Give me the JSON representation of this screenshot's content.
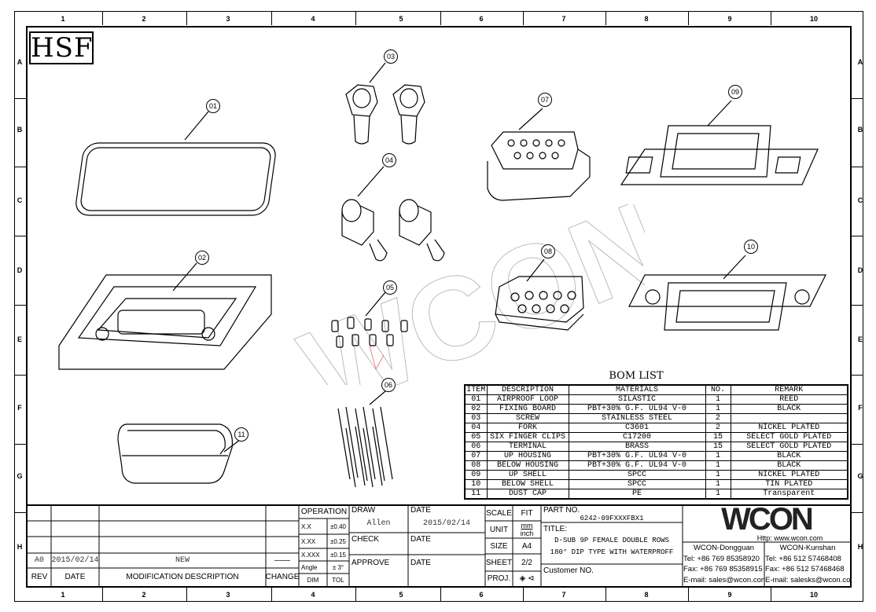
{
  "logo_mark": "HSF",
  "grid": {
    "columns": [
      "1",
      "2",
      "3",
      "4",
      "5",
      "6",
      "7",
      "8",
      "9",
      "10"
    ],
    "rows": [
      "A",
      "B",
      "C",
      "D",
      "E",
      "F",
      "G",
      "H"
    ]
  },
  "watermark": "WCON",
  "balloons": [
    "01",
    "02",
    "03",
    "04",
    "05",
    "06",
    "07",
    "08",
    "09",
    "10",
    "11"
  ],
  "bom": {
    "title": "BOM LIST",
    "headers": [
      "ITEM",
      "DESCRIPTION",
      "MATERIALS",
      "NO.",
      "REMARK"
    ],
    "rows": [
      [
        "01",
        "AIRPROOF LOOP",
        "SILASTIC",
        "1",
        "REED"
      ],
      [
        "02",
        "FIXING BOARD",
        "PBT+30% G.F. UL94 V-0",
        "1",
        "BLACK"
      ],
      [
        "03",
        "SCREW",
        "STAINLESS STEEL",
        "2",
        ""
      ],
      [
        "04",
        "FORK",
        "C3601",
        "2",
        "NICKEL PLATED"
      ],
      [
        "05",
        "SIX FINGER CLIPS",
        "C17200",
        "15",
        "SELECT GOLD PLATED"
      ],
      [
        "06",
        "TERMINAL",
        "BRASS",
        "15",
        "SELECT GOLD PLATED"
      ],
      [
        "07",
        "UP HOUSING",
        "PBT+30% G.F. UL94 V-0",
        "1",
        "BLACK"
      ],
      [
        "08",
        "BELOW HOUSING",
        "PBT+30% G.F. UL94 V-0",
        "1",
        "BLACK"
      ],
      [
        "09",
        "UP SHELL",
        "SPCC",
        "1",
        "NICKEL PLATED"
      ],
      [
        "10",
        "BELOW SHELL",
        "SPCC",
        "1",
        "TIN PLATED"
      ],
      [
        "11",
        "DUST CAP",
        "PE",
        "1",
        "Transparent"
      ]
    ]
  },
  "revision": {
    "rev": "A0",
    "date": "2015/02/14",
    "description": "NEW",
    "change": "——",
    "headers": {
      "rev": "REV",
      "date": "DATE",
      "description": "MODIFICATION DESCRIPTION",
      "change": "CHANGE"
    }
  },
  "tolerance": {
    "title": "OPERATION",
    "rows": [
      [
        "X.X",
        "±0.40"
      ],
      [
        "X.XX",
        "±0.25"
      ],
      [
        "X.XXX",
        "±0.15"
      ],
      [
        "Angle",
        "± 3°"
      ]
    ],
    "footer": [
      "DIM",
      "TOL"
    ]
  },
  "approval": {
    "draw_label": "DRAW",
    "draw_value": "Allen",
    "draw_date_label": "DATE",
    "draw_date": "2015/02/14",
    "check_label": "CHECK",
    "check_date_label": "DATE",
    "approve_label": "APPROVE",
    "approve_date_label": "DATE"
  },
  "sheet_info": {
    "scale_label": "SCALE",
    "scale": "FIT",
    "unit_label": "UNIT",
    "unit_primary": "mm",
    "unit_secondary": "inch",
    "size_label": "SIZE",
    "size": "A4",
    "sheet_label": "SHEET",
    "sheet": "2/2",
    "proj_label": "PROJ.",
    "proj_symbol": "◈ ⊲"
  },
  "part": {
    "part_no_label": "PART NO.",
    "part_no": "6242-09FXXXFBX1",
    "title_label": "TITLE:",
    "title_line1": "D-SUB 9P FEMALE DOUBLE ROWS",
    "title_line2": "180°  DIP TYPE WITH WATERPROFF",
    "customer_label": "Customer NO."
  },
  "company": {
    "logo": "WCON",
    "website": "Http: www.wcon.com",
    "offices": [
      {
        "name": "WCON-Dongguan",
        "tel": "Tel: +86 769 85358920",
        "fax": "Fax: +86 769 85358915",
        "email": "E-mail: sales@wcon.com"
      },
      {
        "name": "WCON-Kunshan",
        "tel": "Tel: +86 512 57468408",
        "fax": "Fax: +86 512 57468468",
        "email": "E-mail: salesks@wcon.com"
      }
    ]
  }
}
